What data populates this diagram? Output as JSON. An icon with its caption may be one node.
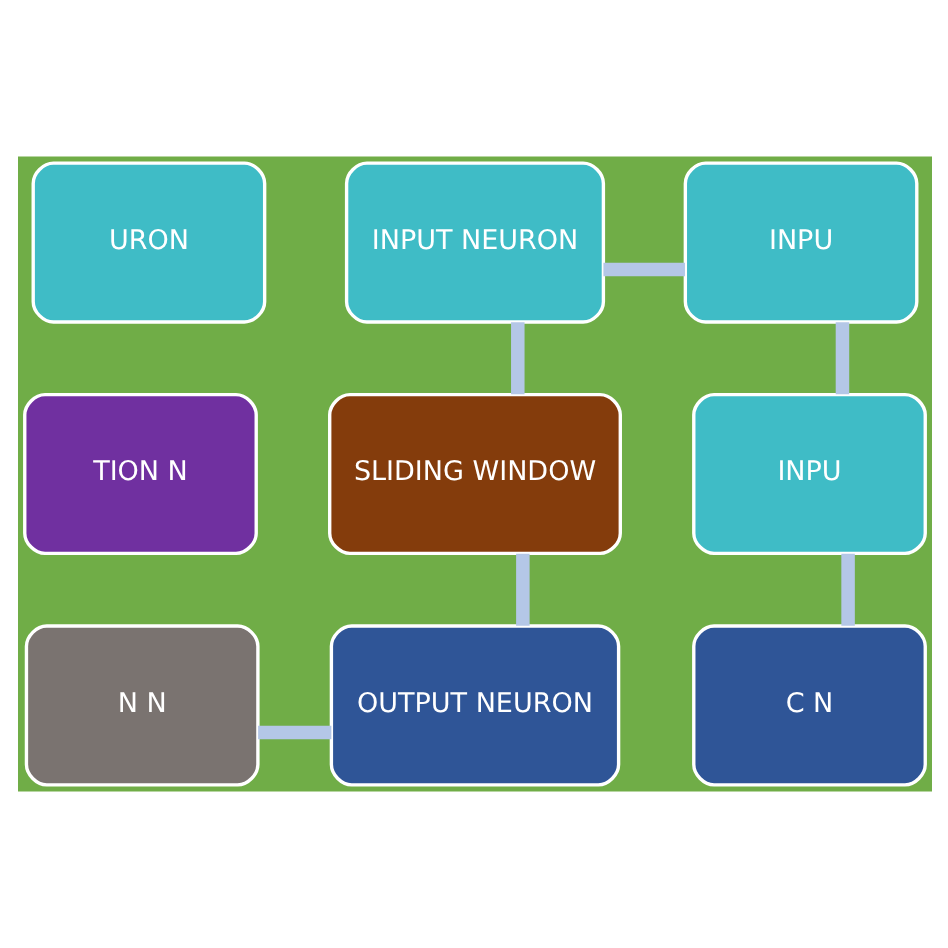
{
  "diagram": {
    "nodes": [
      {
        "text": [
          "URON"
        ]
      },
      {
        "text": [
          "INPUT NEURON"
        ]
      },
      {
        "text": [
          "INPU"
        ]
      },
      {
        "text": [
          "TION N"
        ]
      },
      {
        "text": [
          "SLIDING WINDOW"
        ]
      },
      {
        "text": [
          "INPU"
        ]
      },
      {
        "text": [
          "N N"
        ]
      },
      {
        "text": [
          "OUTPUT NEURON"
        ]
      },
      {
        "text": [
          "C N"
        ]
      }
    ],
    "edges": [
      {
        "from": 1,
        "to": 2,
        "arrow": "none"
      },
      {
        "from": 1,
        "to": 4,
        "arrow": "none"
      },
      {
        "from": 2,
        "to": 5,
        "arrow": "none"
      },
      {
        "from": 4,
        "to": 7,
        "arrow": "none"
      },
      {
        "from": 5,
        "to": 8,
        "arrow": "none"
      },
      {
        "from": 6,
        "to": 7,
        "arrow": "none"
      }
    ]
  }
}
